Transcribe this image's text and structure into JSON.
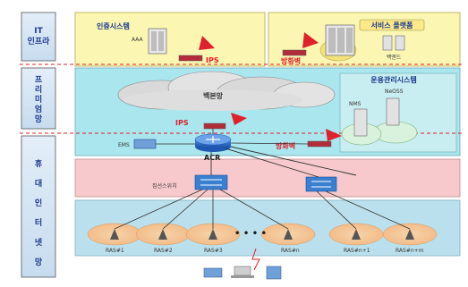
{
  "side_labels": {
    "it_infra": [
      "IT",
      "인프라"
    ],
    "premium": [
      "프",
      "리",
      "미",
      "엄",
      "망"
    ],
    "mobile": [
      "휴",
      "대",
      "인",
      "터",
      "넷",
      "망"
    ]
  },
  "top": {
    "auth_system": "인증시스템",
    "aaa": "AAA",
    "service_platform": "서비스 플랫폼",
    "backend": "백엔드",
    "ips": "IPS",
    "firewall": "방화벽"
  },
  "premium": {
    "backbone": "백본망",
    "ops_system": "운용관리시스템",
    "neoss": "NeOSS",
    "nms": "NMS",
    "ips": "IPS",
    "firewall": "방화벽",
    "ems": "EMS",
    "acr": "ACR"
  },
  "access": {
    "switch_label": "집선스위치"
  },
  "ran": {
    "labels": [
      "RAS#1",
      "RAS#2",
      "RAS#3",
      "RAS#n",
      "RAS#n+1",
      "RAS#n+m"
    ],
    "ellipsis": "• • • •"
  },
  "colors": {
    "top_band": "#fbf7b3",
    "premium_band": "#a9e6ee",
    "switch_band": "#f7c9cc",
    "ran_band": "#b9e0ec",
    "accent_red": "#e0202b",
    "label_blue": "#1d3a8c"
  }
}
